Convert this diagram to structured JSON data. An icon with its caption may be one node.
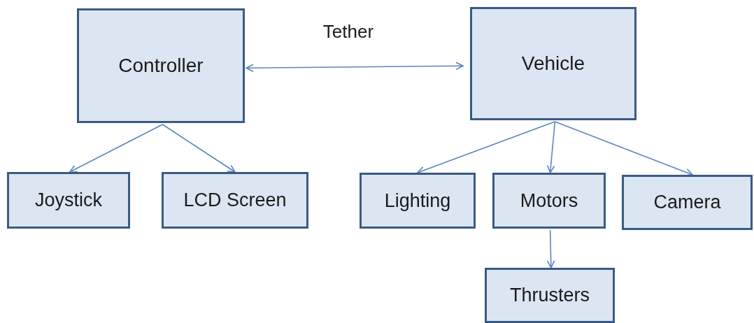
{
  "diagram": {
    "nodes": [
      {
        "text": [
          "Controller"
        ]
      },
      {
        "text": [
          "Vehicle"
        ]
      },
      {
        "text": [
          "Joystick"
        ]
      },
      {
        "text": [
          "LCD Screen"
        ]
      },
      {
        "text": [
          "Lighting"
        ]
      },
      {
        "text": [
          "Motors"
        ]
      },
      {
        "text": [
          "Camera"
        ]
      },
      {
        "text": [
          "Thrusters"
        ]
      }
    ],
    "edges": [
      {
        "from": 0,
        "to": 1,
        "arrow": "both",
        "label": "Tether"
      },
      {
        "from": 0,
        "to": 2,
        "arrow": "to"
      },
      {
        "from": 0,
        "to": 3,
        "arrow": "to"
      },
      {
        "from": 1,
        "to": 4,
        "arrow": "to"
      },
      {
        "from": 1,
        "to": 5,
        "arrow": "to"
      },
      {
        "from": 1,
        "to": 6,
        "arrow": "to"
      },
      {
        "from": 5,
        "to": 7,
        "arrow": "to"
      }
    ]
  }
}
